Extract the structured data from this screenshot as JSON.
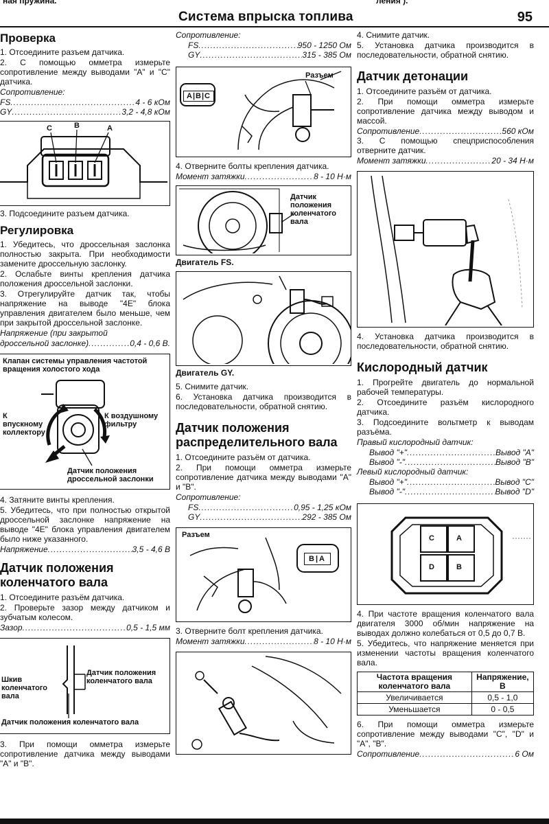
{
  "topbar": {
    "left": "ная пружина.",
    "right": "ления )."
  },
  "header": {
    "title": "Система впрыска топлива",
    "page_number": "95"
  },
  "col1": {
    "check_title": "Проверка",
    "check_steps": [
      "1. Отсоедините разъем датчика.",
      "2. С помощью омметра измерьте сопротивление между выводами \"А\" и \"С\" датчика."
    ],
    "resistance_label": "Сопротивление:",
    "res_rows": [
      {
        "lbl": "FS",
        "val": "4 - 6 кОм"
      },
      {
        "lbl": "GY",
        "val": "3,2 - 4,8 кОм"
      }
    ],
    "connector_letters": [
      "C",
      "B",
      "A"
    ],
    "reconnect": "3. Подсоедините разъем датчика.",
    "adjust_title": "Регулировка",
    "adjust_steps": [
      "1. Убедитесь, что дроссельная заслонка полностью закрыта. При необходимости замените дроссельную заслонку.",
      "2. Ослабьте винты крепления датчика положения дроссельной заслонки.",
      "3. Отрегулируйте датчик так, чтобы напряжение на выводе \"4E\" блока управления двигателем было меньше, чем при закрытой дроссельной заслонке."
    ],
    "voltage_label": "Напряжение (при закрытой",
    "voltage_row": {
      "lbl": "дроссельной заслонке)",
      "val": "0,4 - 0,6 В."
    },
    "fig_idle": {
      "label_top": "Клапан системы управления частотой вращения холостого хода",
      "label_left": "К впускному коллектору",
      "label_right": "К воздушному фильтру",
      "label_bottom": "Датчик положения дроссельной заслонки"
    },
    "adjust_steps2": [
      "4. Затяните винты крепления.",
      "5. Убедитесь, что при полностью открытой дроссельной заслонке напряжение на выводе \"4E\" блока управления двигателем было ниже указанного."
    ],
    "voltage2": {
      "lbl": "Напряжение",
      "val": "3,5 - 4,6 В"
    },
    "crank_title": "Датчик положения коленчатого вала",
    "crank_steps": [
      "1. Отсоедините разъём датчика.",
      "2. Проверьте зазор между датчиком и зубчатым колесом."
    ],
    "gap": {
      "lbl": "Зазор",
      "val": "0,5 - 1,5 мм"
    },
    "fig_crank": {
      "label_left": "Шкив коленчатого вала",
      "label_right": "Датчик положения коленчатого вала",
      "label_bottom": "Датчик положения коленчатого вала"
    },
    "crank_step3": "3. При помощи омметра измерьте сопротивление датчика между выводами \"А\" и \"В\"."
  },
  "col2": {
    "resistance_label": "Сопротивление:",
    "res_rows": [
      {
        "lbl": "FS",
        "val": "950 - 1250 Ом"
      },
      {
        "lbl": "GY",
        "val": "315 - 385 Ом"
      }
    ],
    "fig1": {
      "connector": "A|B|C",
      "label": "Разъем"
    },
    "step4": "4. Отверните болты крепления датчика.",
    "torque1": {
      "lbl": "Момент затяжки",
      "val": "8 - 10 Н·м"
    },
    "fig2": {
      "label": "Датчик положения коленчатого вала",
      "caption": "Двигатель FS."
    },
    "fig3": {
      "caption": "Двигатель GY."
    },
    "steps_after": [
      "5. Снимите датчик.",
      "6. Установка датчика производится в последовательности, обратной снятию."
    ],
    "cam_title": "Датчик положения распределительного вала",
    "cam_steps": [
      "1. Отсоедините разъём от датчика.",
      "2. При помощи омметра измерьте сопротивление датчика между выводами \"А\" и \"В\"."
    ],
    "cam_res_label": "Сопротивление:",
    "cam_res_rows": [
      {
        "lbl": "FS",
        "val": "0,95 - 1,25 кОм"
      },
      {
        "lbl": "GY",
        "val": "292 - 385 Ом"
      }
    ],
    "fig4": {
      "label": "Разъем",
      "connector": "B|A"
    },
    "cam_step3": "3. Отверните болт крепления датчика.",
    "torque2": {
      "lbl": "Момент затяжки",
      "val": "8 - 10 Н·м"
    }
  },
  "col3": {
    "steps_top": [
      "4. Снимите датчик.",
      "5. Установка датчика производится в последовательности, обратной снятию."
    ],
    "knock_title": "Датчик детонации",
    "knock_steps": [
      "1. Отсоедините разъём от датчика.",
      "2. При помощи омметра измерьте сопротивление датчика между выводом и массой."
    ],
    "knock_res": {
      "lbl": "Сопротивление",
      "val": "560 кОм"
    },
    "knock_step3": "3. С помощью спецприспособления отверните датчик.",
    "knock_torque": {
      "lbl": "Момент затяжки",
      "val": "20 - 34 Н·м"
    },
    "knock_step4": "4. Установка датчика производится в последовательности, обратной снятию.",
    "o2_title": "Кислородный датчик",
    "o2_steps": [
      "1. Прогрейте двигатель до нормальной рабочей температуры.",
      "2. Отсоедините разъём кислородного датчика.",
      "3. Подсоедините вольтметр к выводам разъёма."
    ],
    "right_sensor": "Правый кислородный датчик:",
    "right_rows": [
      {
        "lbl": "Вывод \"+\"",
        "val": "Вывод \"А\""
      },
      {
        "lbl": "Вывод \"-\"",
        "val": "Вывод \"В\""
      }
    ],
    "left_sensor": "Левый кислородный датчик:",
    "left_rows": [
      {
        "lbl": "Вывод \"+\"",
        "val": "Вывод \"С\""
      },
      {
        "lbl": "Вывод \"-\"",
        "val": "Вывод \"D\""
      }
    ],
    "connector_letters": [
      "C",
      "A",
      "D",
      "B"
    ],
    "o2_step4": "4. При частоте вращения коленчатого вала двигателя 3000 об/мин напряжение на выводах должно колебаться от 0,5 до 0,7 В.",
    "o2_step5": "5. Убедитесь, что напряжение меняется при изменении частоты вращения коленчатого вала.",
    "table": {
      "headers": [
        "Частота вращения коленчатого вала",
        "Напряжение, В"
      ],
      "rows": [
        [
          "Увеличивается",
          "0,5 - 1,0"
        ],
        [
          "Уменьшается",
          "0 - 0,5"
        ]
      ]
    },
    "o2_step6": "6. При помощи омметра измерьте сопротивление между выводами \"С\", \"D\" и \"А\", \"В\".",
    "o2_res": {
      "lbl": "Сопротивление",
      "val": "6 Ом"
    }
  }
}
